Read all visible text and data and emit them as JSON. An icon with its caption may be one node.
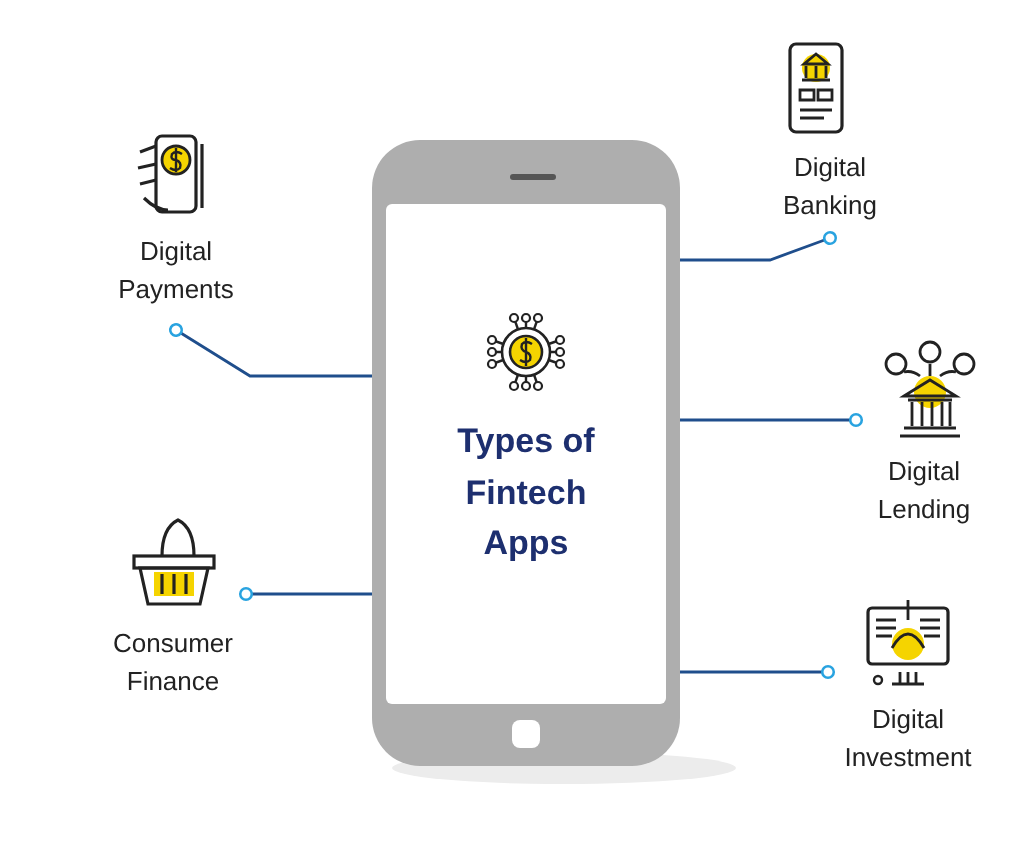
{
  "diagram": {
    "nodes": [
      {
        "text": [
          "Types of Fintech Apps"
        ]
      },
      {
        "text": [
          "Digital Payments"
        ]
      },
      {
        "text": [
          "Digital Banking"
        ]
      },
      {
        "text": [
          "Digital Lending"
        ]
      },
      {
        "text": [
          "Consumer Finance"
        ]
      },
      {
        "text": [
          "Digital Investment"
        ]
      }
    ],
    "edges": [
      {
        "from": 0,
        "to": 1,
        "arrow": "other"
      },
      {
        "from": 0,
        "to": 2,
        "arrow": "other"
      },
      {
        "from": 0,
        "to": 3,
        "arrow": "other"
      },
      {
        "from": 0,
        "to": 4,
        "arrow": "other"
      },
      {
        "from": 0,
        "to": 5,
        "arrow": "other"
      }
    ]
  }
}
